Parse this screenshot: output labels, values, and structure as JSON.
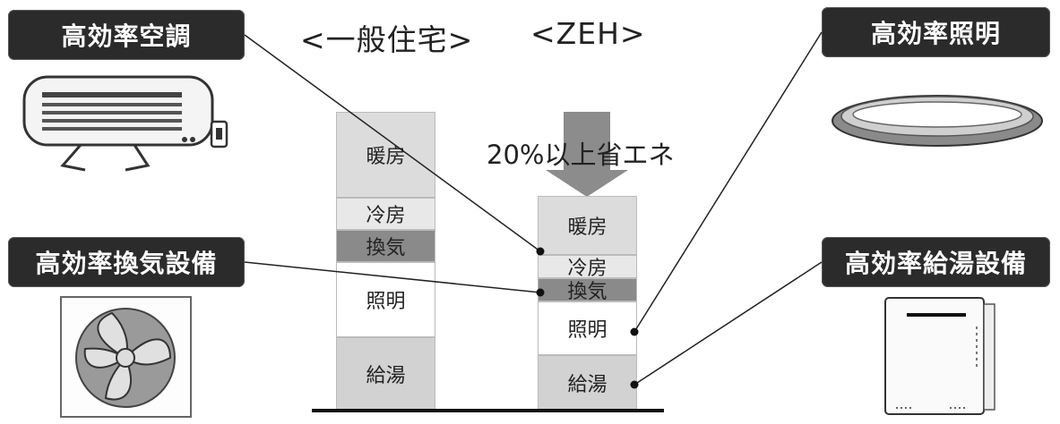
{
  "badges": {
    "air_conditioner": "高効率空調",
    "ventilation": "高効率換気設備",
    "lighting": "高効率照明",
    "water_heater": "高効率給湯設備"
  },
  "headers": {
    "general": "<一般住宅>",
    "zeh": "<ZEH>"
  },
  "savings_label": "20%以上省エネ",
  "bars": {
    "general": {
      "heating": "暖房",
      "cooling": "冷房",
      "ventilation": "換気",
      "lighting": "照明",
      "hot_water": "給湯"
    },
    "zeh": {
      "heating": "暖房",
      "cooling": "冷房",
      "ventilation": "換気",
      "lighting": "照明",
      "hot_water": "給湯"
    }
  },
  "colors": {
    "heating": "#dcdcdc",
    "cooling": "#e8e8e8",
    "ventilation": "#8a8a8a",
    "lighting": "#ffffff",
    "hot_water": "#d2d2d2",
    "badge": "#2b2b2b",
    "arrow": "#8c8c8c"
  },
  "icons": [
    "air-conditioner-icon",
    "ventilation-fan-icon",
    "ceiling-light-icon",
    "water-heater-icon"
  ]
}
